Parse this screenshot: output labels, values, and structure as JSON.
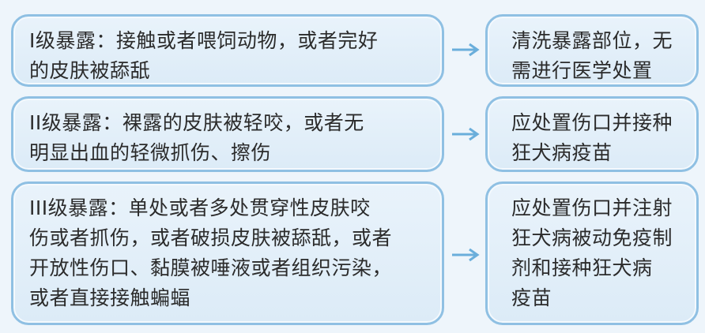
{
  "rows": [
    {
      "level": "I级暴露：接触或者喂饲动物，或者完好的皮肤被舔舐",
      "left_text": "I级暴露：接触或者喂饲动物，或者完好\n的皮肤被舔舐",
      "right_text": "清洗暴露部位，无\n需进行医学处置"
    },
    {
      "left_text": "II级暴露：裸露的皮肤被轻咬，或者无\n明显出血的轻微抓伤、擦伤",
      "right_text": "应处置伤口并接种\n狂犬病疫苗"
    },
    {
      "left_text": "III级暴露：单处或者多处贯穿性皮肤咬\n伤或者抓伤，或者破损皮肤被舔舐，或者\n开放性伤口、黏膜被唾液或者组织污染，\n或者直接接触蝙蝠",
      "right_text": "应处置伤口并注射\n狂犬病被动免疫制\n剂和接种狂犬病\n疫苗"
    }
  ],
  "colors": {
    "box_fill": "#e3eff9",
    "box_border": "#8fc0e3",
    "arrow": "#6aaedb",
    "text": "#2b2b2b"
  }
}
